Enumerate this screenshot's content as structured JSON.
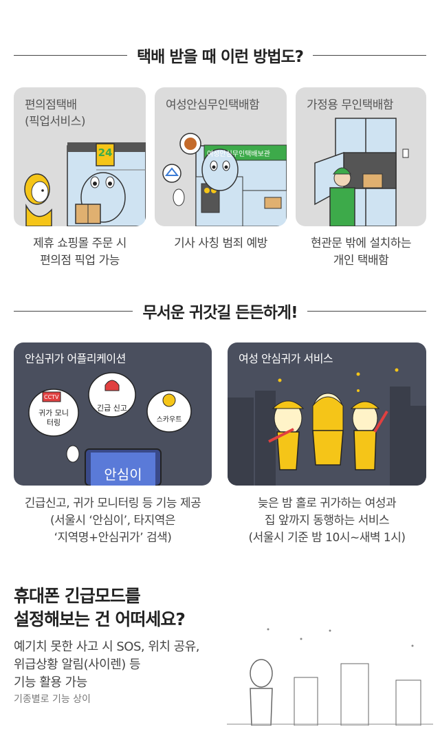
{
  "section1": {
    "title": "택배 받을 때 이런 방법도?",
    "cards": [
      {
        "label": "편의점택배",
        "sublabel": "(픽업서비스)",
        "caption": [
          "제휴 쇼핑몰 주문 시",
          "편의점 픽업 가능"
        ],
        "sign": "24"
      },
      {
        "label": "여성안심무인택배함",
        "caption": [
          "기사 사칭 범죄 예방"
        ],
        "sign": "여성안심무인택배보관"
      },
      {
        "label": "가정용 무인택배함",
        "caption": [
          "현관문 밖에 설치하는",
          "개인 택배함"
        ]
      }
    ]
  },
  "section2": {
    "title": "무서운 귀갓길 든든하게!",
    "cards": [
      {
        "label": "안심귀가 어플리케이션",
        "bubbles": [
          "귀가 모니터링",
          "긴급 신고",
          "스카우트"
        ],
        "cctv": "CCTV",
        "phone_text": "안심이",
        "caption": [
          "긴급신고, 귀가 모니터링 등 기능 제공",
          "(서울시 ‘안심이’, 타지역은",
          "‘지역명+안심귀가’ 검색)"
        ]
      },
      {
        "label": "여성 안심귀가 서비스",
        "caption": [
          "늦은 밤 홀로 귀가하는 여성과",
          "집 앞까지 동행하는 서비스",
          "(서울시 기준 밤 10시~새벽 1시)"
        ]
      }
    ]
  },
  "tip": {
    "heading": [
      "휴대폰 긴급모드를",
      "설정해보는 건 어떠세요?"
    ],
    "body": [
      "예기치 못한 사고 시 SOS, 위치 공유,",
      "위급상황 알림(사이렌) 등",
      "기능 활용 가능"
    ],
    "note": "기종별로 기능 상이"
  },
  "colors": {
    "card_gray": "#dcdcdc",
    "card_dark": "#4a4f5e",
    "accent_yellow": "#f5c518",
    "accent_green": "#3daa4a"
  }
}
